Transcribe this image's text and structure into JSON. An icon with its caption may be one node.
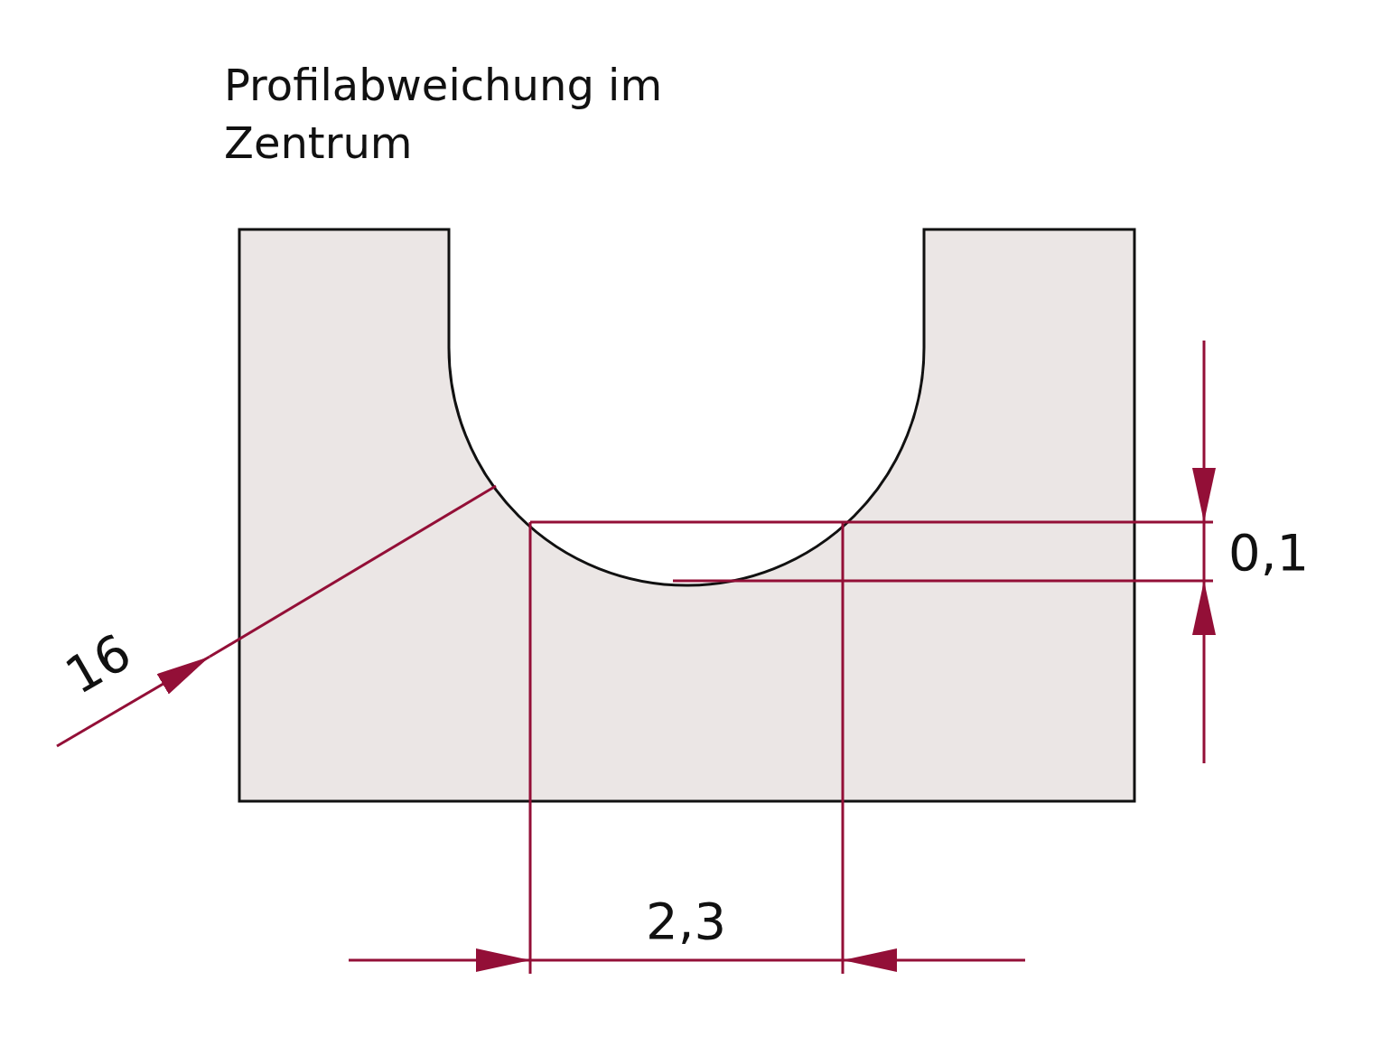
{
  "diagram": {
    "title": "Profilabweichung im Zentrum",
    "labels": [
      "16",
      "0,1",
      "2,3"
    ]
  }
}
